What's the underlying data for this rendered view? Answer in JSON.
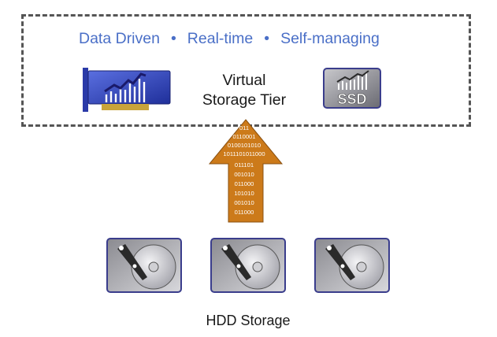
{
  "features": [
    "Data Driven",
    "Real-time",
    "Self-managing"
  ],
  "separator": "•",
  "tier_label": [
    "Virtual",
    "Storage Tier"
  ],
  "ssd_text": "SSD",
  "hdd_label": "HDD Storage",
  "arrow_bits": [
    "011",
    "0110001",
    "0100101010",
    "1011101011000",
    "011101",
    "001010",
    "011000",
    "101010",
    "001010",
    "011000"
  ],
  "colors": {
    "accent": "#4a6fc7",
    "arrow": "#cc7a1a",
    "device": "#3a3d8c"
  }
}
